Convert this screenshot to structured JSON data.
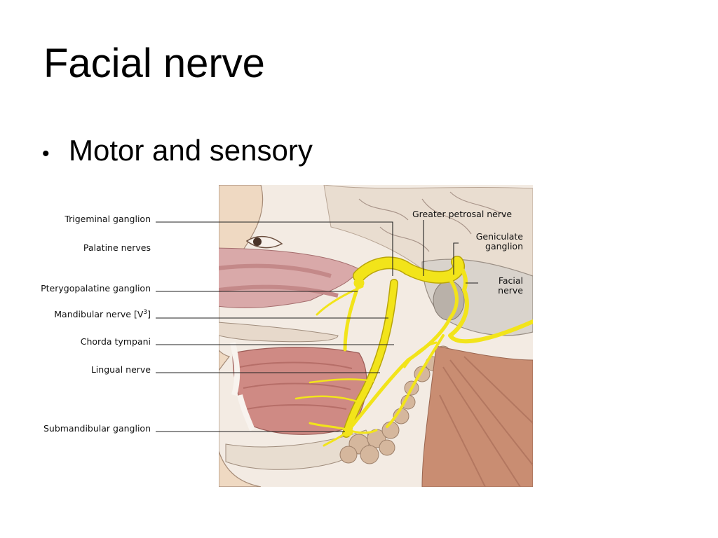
{
  "slide": {
    "title": "Facial nerve",
    "bullets": [
      {
        "symbol": "•",
        "text": "Motor and sensory"
      }
    ]
  },
  "figure": {
    "labels_left": {
      "trigeminal_ganglion": "Trigeminal ganglion",
      "palatine_nerves": "Palatine nerves",
      "pterygopalatine_ganglion": "Pterygopalatine ganglion",
      "mandibular_nerve": "Mandibular nerve [V",
      "mandibular_nerve_sup": "3",
      "mandibular_nerve_close": "]",
      "chorda_tympani": "Chorda tympani",
      "lingual_nerve": "Lingual nerve",
      "submandibular_ganglion": "Submandibular ganglion"
    },
    "labels_right": {
      "greater_petrosal_nerve": "Greater petrosal nerve",
      "geniculate_ganglion_line1": "Geniculate",
      "geniculate_ganglion_line2": "ganglion",
      "facial_nerve_line1": "Facial",
      "facial_nerve_line2": "nerve"
    },
    "colors": {
      "nerve": "#f2e41a",
      "nerve_edge": "#b9a50a",
      "skin": "#eddcc9",
      "bone": "#e6ddd2",
      "mucosa": "#d6a0a0",
      "muscle": "#c98a6e",
      "gland": "#d3b59b"
    }
  }
}
